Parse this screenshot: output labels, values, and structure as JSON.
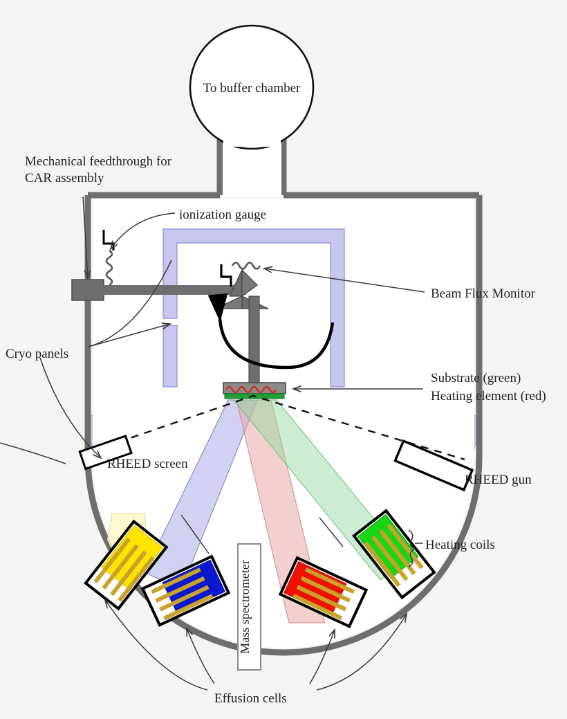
{
  "diagram": {
    "title": "Molecular Beam Epitaxy (MBE) growth chamber schematic",
    "background_color": "#f4f4f4"
  },
  "labels": {
    "buffer_chamber": "To buffer chamber",
    "mechanical_feedthrough_line1": "Mechanical feedthrough for",
    "mechanical_feedthrough_line2": "CAR assembly",
    "ionization_gauge": "ionization gauge",
    "beam_flux_monitor": "Beam Flux Monitor",
    "cryo_panels": "Cryo panels",
    "substrate": "Substrate (green)",
    "heating_element": "Heating element (red)",
    "rheed_screen": "RHEED screen",
    "rheed_gun": "RHEED gun",
    "heating_coils": "Heating coils",
    "mass_spectrometer": "Mass spectrometer",
    "effusion_cells": "Effusion cells"
  },
  "colors": {
    "background": "#f4f4f4",
    "chamber_wall": "#6e6e6e",
    "chamber_interior": "#ffffff",
    "cryo_panel_fill": "#c7c6ef",
    "cryo_panel_stroke": "#8f8ecb",
    "outline_black": "#000000",
    "text": "#231f20",
    "leader_line": "#3a3a3a",
    "coil_gold": "#c8a22a",
    "substrate_green": "#22a13a",
    "heater_red": "#e02020",
    "beam_blue": "#9a9ae0",
    "beam_red": "#e8a0a0",
    "beam_green": "#8fd79a"
  },
  "effusion_cells": [
    {
      "name": "cell-yellow",
      "charge_color": "#ffe400",
      "vapor_color": "#fbf7c8",
      "angle": -52
    },
    {
      "name": "cell-blue",
      "charge_color": "#0a18d0",
      "vapor_color": "#c7c6ef",
      "angle": -25
    },
    {
      "name": "cell-red",
      "charge_color": "#f01000",
      "vapor_color": "#f6cccc",
      "angle": 25
    },
    {
      "name": "cell-green",
      "charge_color": "#16d616",
      "vapor_color": "#cdf0cd",
      "angle": 52
    }
  ],
  "components": {
    "buffer_chamber_port": "spherical port at top of chamber",
    "car_assembly": "continuous azimuthal rotation substrate manipulator",
    "rotation_arrow": "curved rotation arrow beneath manipulator hub"
  }
}
